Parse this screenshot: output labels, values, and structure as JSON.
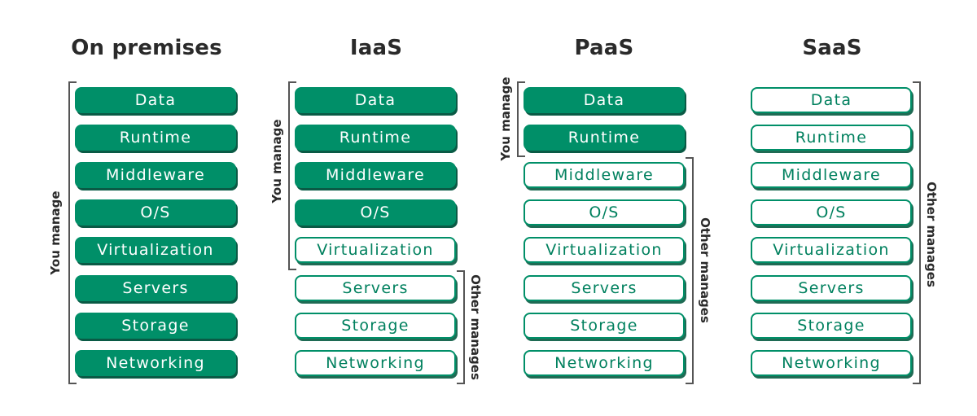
{
  "columns": [
    {
      "title": "On premises",
      "you_manage_label": "You manage",
      "other_manages_label": "",
      "layers": [
        "Data",
        "Runtime",
        "Middleware",
        "O/S",
        "Virtualization",
        "Servers",
        "Storage",
        "Networking"
      ],
      "managed_count": 8
    },
    {
      "title": "IaaS",
      "you_manage_label": "You manage",
      "other_manages_label": "Other manages",
      "layers": [
        "Data",
        "Runtime",
        "Middleware",
        "O/S",
        "Virtualization",
        "Servers",
        "Storage",
        "Networking"
      ],
      "managed_count": 4
    },
    {
      "title": "PaaS",
      "you_manage_label": "You manage",
      "other_manages_label": "Other manages",
      "layers": [
        "Data",
        "Runtime",
        "Middleware",
        "O/S",
        "Virtualization",
        "Servers",
        "Storage",
        "Networking"
      ],
      "managed_count": 2
    },
    {
      "title": "SaaS",
      "you_manage_label": "",
      "other_manages_label": "Other manages",
      "layers": [
        "Data",
        "Runtime",
        "Middleware",
        "O/S",
        "Virtualization",
        "Servers",
        "Storage",
        "Networking"
      ],
      "managed_count": 0
    }
  ],
  "colors": {
    "managed_fill": "#008f68",
    "other_border": "#008f68",
    "bracket": "#555555",
    "title_text": "#2a2a2a"
  }
}
